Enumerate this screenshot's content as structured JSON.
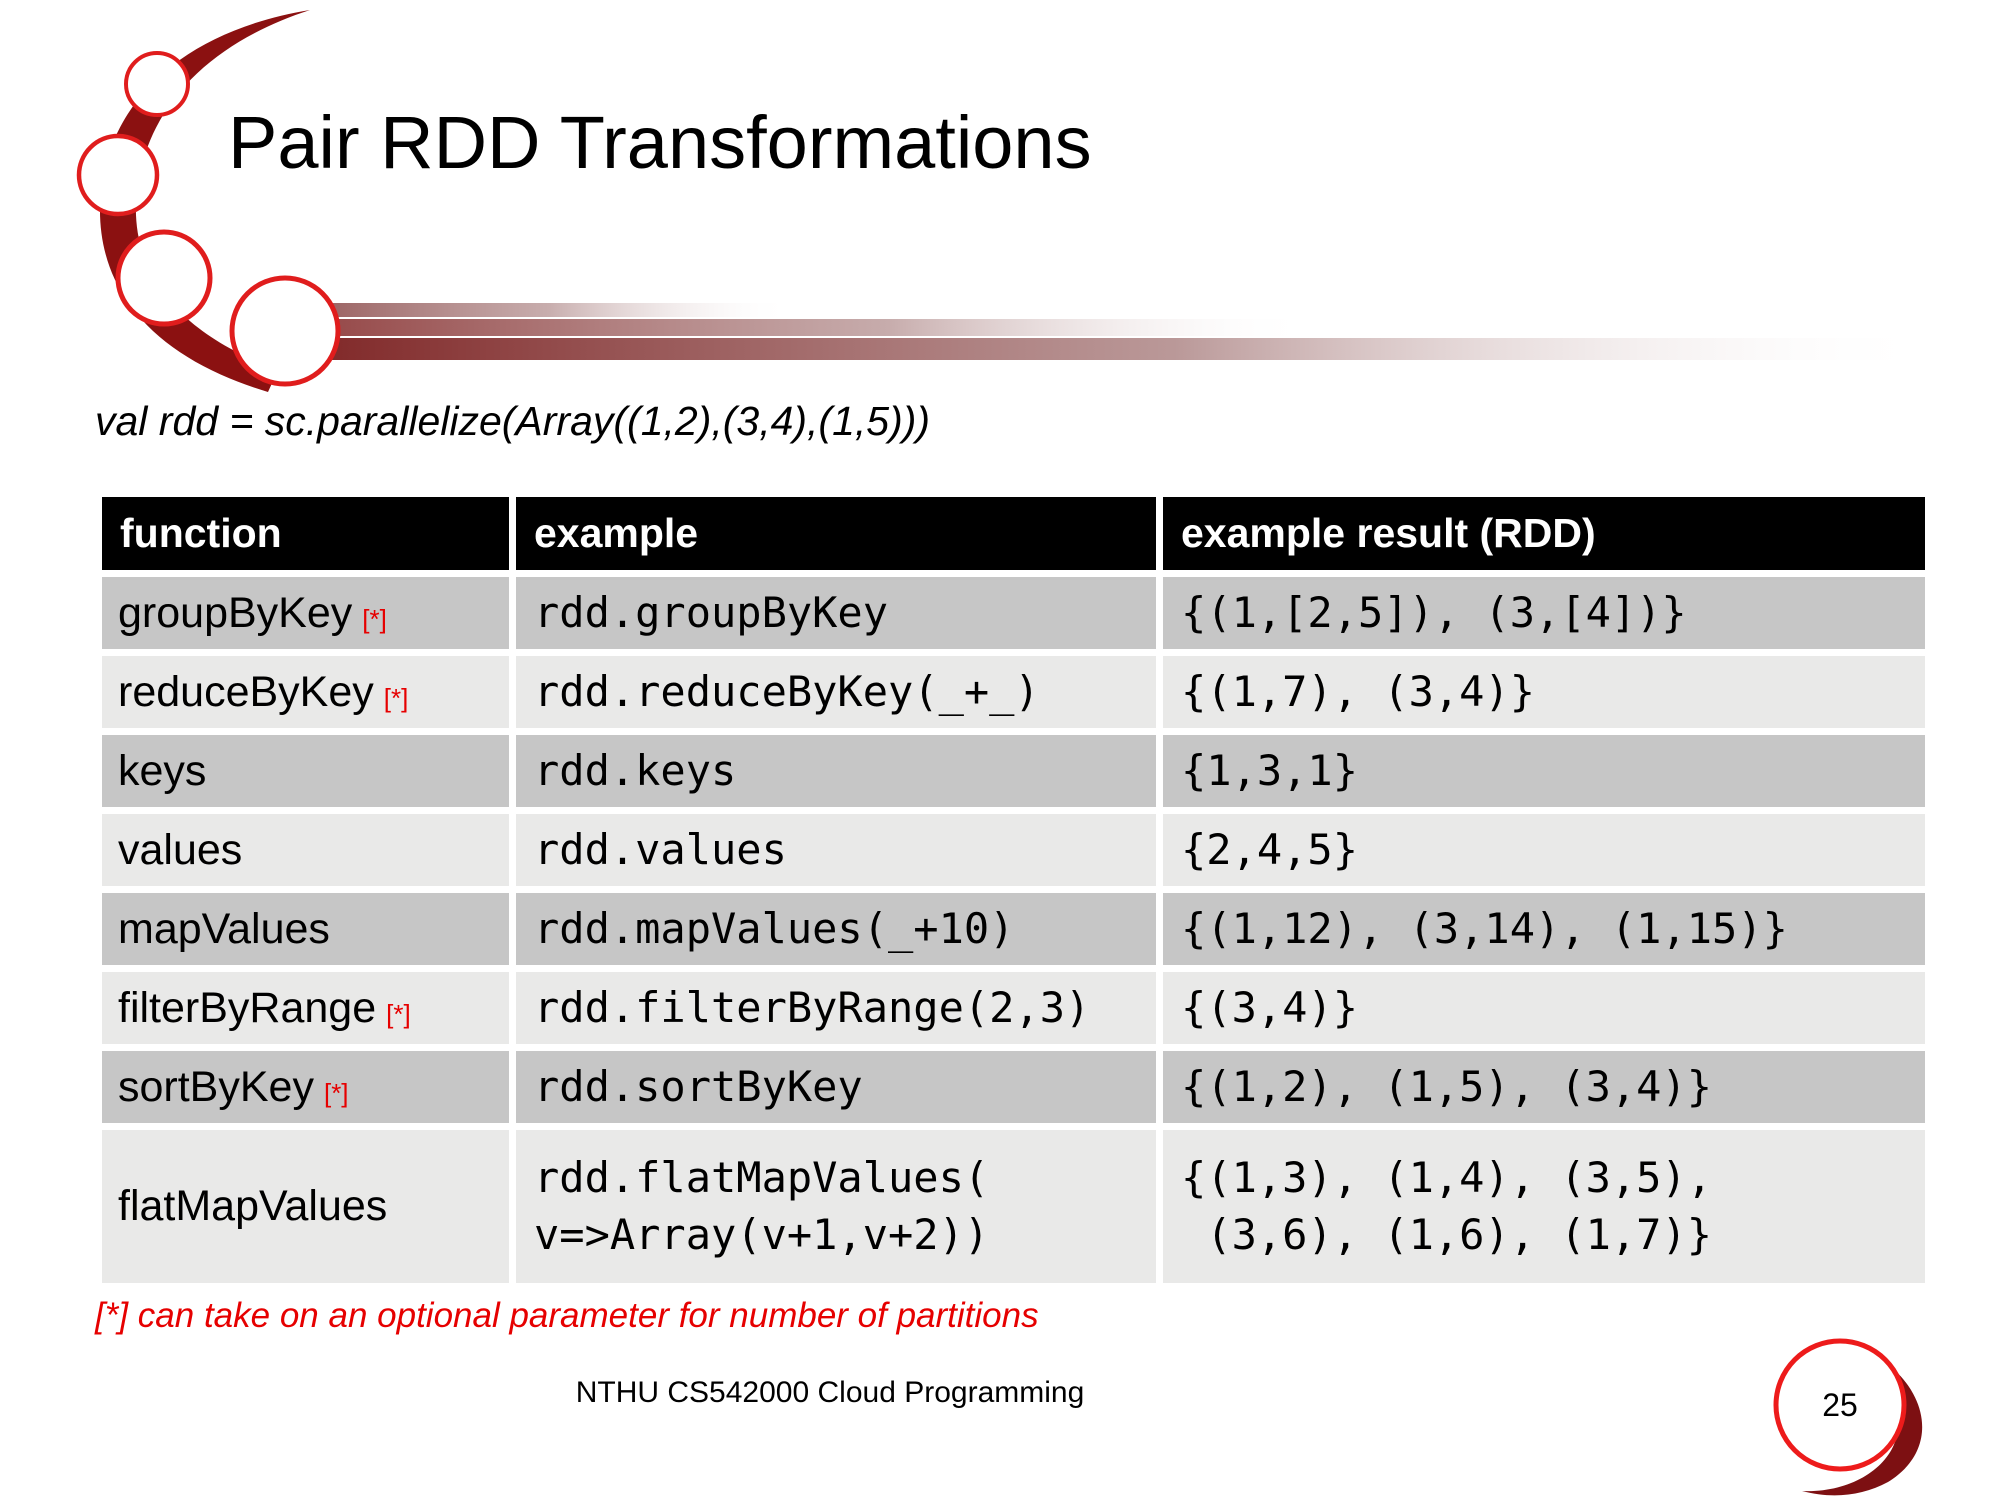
{
  "slide": {
    "title": "Pair RDD Transformations",
    "code_line": "val rdd = sc.parallelize(Array((1,2),(3,4),(1,5)))",
    "footnote": "[*] can take on an optional parameter for number of partitions",
    "footer": "NTHU CS542000 Cloud Programming",
    "page_number": "25"
  },
  "table": {
    "headers": [
      "function",
      "example",
      "example result (RDD)"
    ],
    "rows": [
      {
        "function": "groupByKey",
        "star": "[*]",
        "example": "rdd.groupByKey",
        "result": "{(1,[2,5]), (3,[4])}"
      },
      {
        "function": "reduceByKey",
        "star": "[*]",
        "example": "rdd.reduceByKey(_+_)",
        "result": "{(1,7), (3,4)}"
      },
      {
        "function": "keys",
        "star": "",
        "example": "rdd.keys",
        "result": "{1,3,1}"
      },
      {
        "function": "values",
        "star": "",
        "example": "rdd.values",
        "result": "{2,4,5}"
      },
      {
        "function": "mapValues",
        "star": "",
        "example": "rdd.mapValues(_+10)",
        "result": "{(1,12), (3,14), (1,15)}"
      },
      {
        "function": "filterByRange",
        "star": "[*]",
        "example": "rdd.filterByRange(2,3)",
        "result": "{(3,4)}"
      },
      {
        "function": "sortByKey",
        "star": "[*]",
        "example": "rdd.sortByKey",
        "result": "{(1,2), (1,5), (3,4)}"
      },
      {
        "function": "flatMapValues",
        "star": "",
        "example": "rdd.flatMapValues(\nv=>Array(v+1,v+2))",
        "result": "{(1,3), (1,4), (3,5),\n (3,6), (1,6), (1,7)}"
      }
    ]
  },
  "colors": {
    "accent_red": "#e60000",
    "circle_ring_red": "#e01d1d",
    "swoosh_dark_red": "#8b1111",
    "table_header_bg": "#000000",
    "table_header_text": "#ffffff",
    "row_dark": "#c6c6c6",
    "row_light": "#e9e9e8"
  }
}
